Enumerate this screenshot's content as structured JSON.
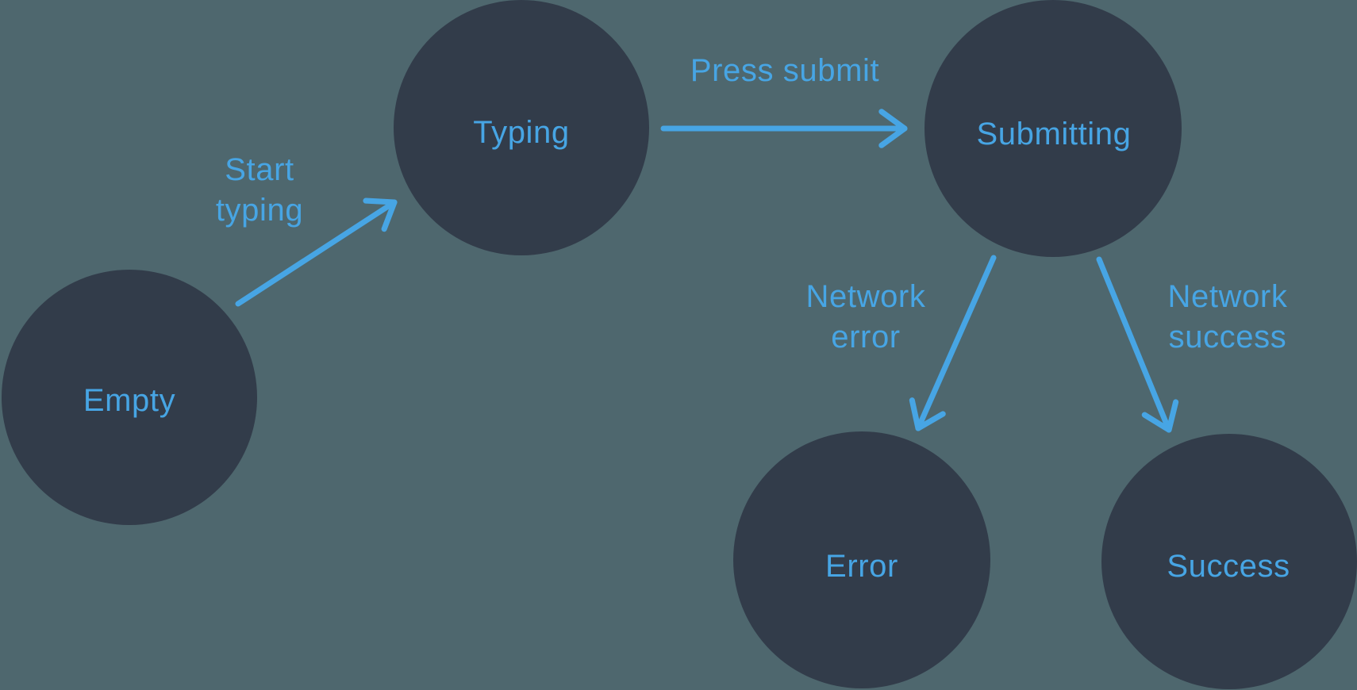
{
  "diagram": {
    "type": "state-machine",
    "nodes": [
      {
        "id": "empty",
        "label": "Empty"
      },
      {
        "id": "typing",
        "label": "Typing"
      },
      {
        "id": "submitting",
        "label": "Submitting"
      },
      {
        "id": "error",
        "label": "Error"
      },
      {
        "id": "success",
        "label": "Success"
      }
    ],
    "edges": [
      {
        "from": "empty",
        "to": "typing",
        "label": "Start typing",
        "label_lines": [
          "Start",
          "typing"
        ]
      },
      {
        "from": "typing",
        "to": "submitting",
        "label": "Press submit",
        "label_lines": [
          "Press submit"
        ]
      },
      {
        "from": "submitting",
        "to": "error",
        "label": "Network error",
        "label_lines": [
          "Network",
          "error"
        ]
      },
      {
        "from": "submitting",
        "to": "success",
        "label": "Network success",
        "label_lines": [
          "Network",
          "success"
        ]
      }
    ]
  },
  "colors": {
    "background": "#4e676e",
    "node_fill": "#323c4a",
    "accent": "#47a5e4"
  }
}
